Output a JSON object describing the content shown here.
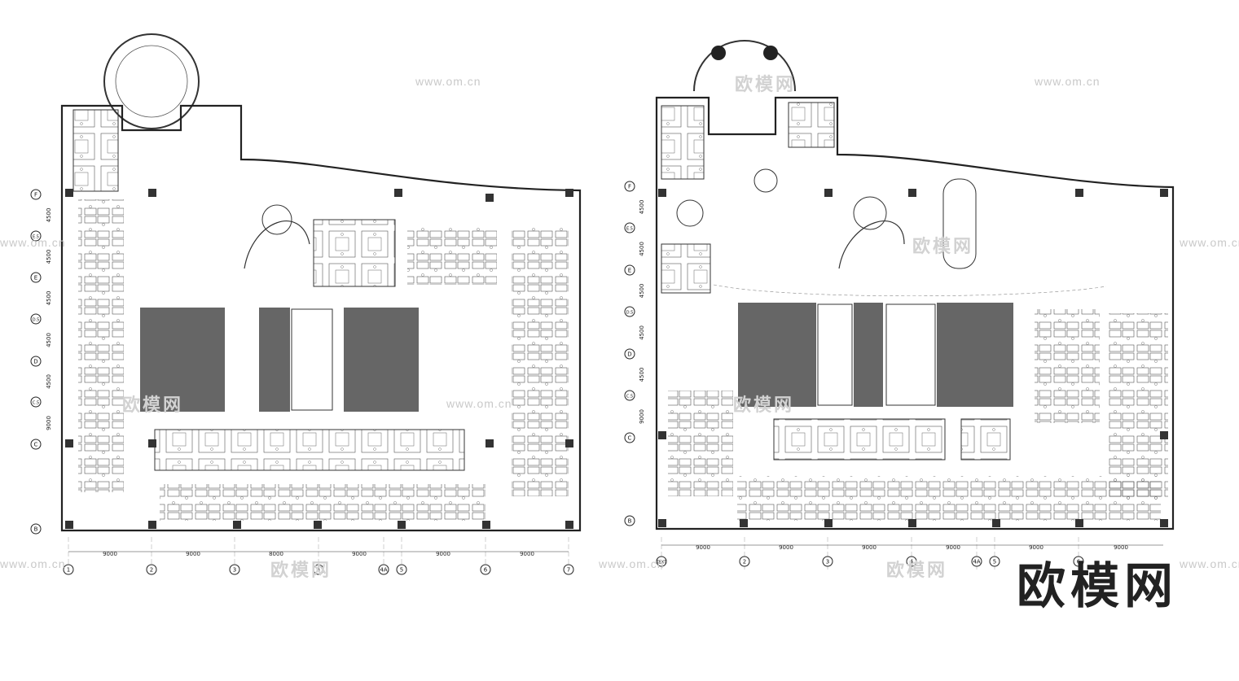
{
  "watermarks": {
    "site": "www.om.cn",
    "brand": "欧模网",
    "big": "欧模网"
  },
  "left_plan": {
    "grid_rows": [
      "F",
      "E.5",
      "E",
      "D.5",
      "D",
      "C.5",
      "C",
      "B"
    ],
    "grid_cols": [
      "1",
      "2",
      "3",
      "4",
      "4A",
      "5",
      "6",
      "7"
    ],
    "row_dims": [
      "4500",
      "4500",
      "4500",
      "4500",
      "4500",
      "9000"
    ],
    "col_dims": [
      "9000",
      "9000",
      "8000",
      "9000",
      "9000",
      "9000"
    ]
  },
  "right_plan": {
    "grid_rows": [
      "F",
      "E.5",
      "E",
      "D.5",
      "D",
      "C.5",
      "C",
      "B"
    ],
    "grid_cols": [
      "TEXT",
      "2",
      "3",
      "4",
      "4A",
      "5",
      "6"
    ],
    "row_dims": [
      "4500",
      "4500",
      "4500",
      "4500",
      "4500",
      "9000"
    ],
    "col_dims": [
      "9000",
      "9000",
      "9000",
      "9000",
      "9000",
      "9000"
    ]
  },
  "colors": {
    "line": "#333333",
    "core": "#666666",
    "wall": "#222222",
    "watermark": "#c9c9c9"
  }
}
